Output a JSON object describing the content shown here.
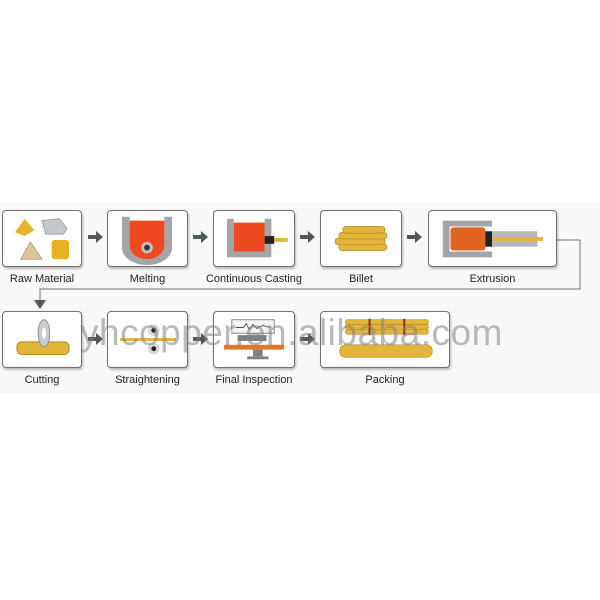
{
  "steps": [
    {
      "label": "Raw Material",
      "icon": "raw-material-icon"
    },
    {
      "label": "Melting",
      "icon": "melting-furnace-icon"
    },
    {
      "label": "Continuous Casting",
      "icon": "continuous-casting-icon"
    },
    {
      "label": "Billet",
      "icon": "billet-stack-icon"
    },
    {
      "label": "Extrusion",
      "icon": "extrusion-press-icon"
    },
    {
      "label": "Cutting",
      "icon": "cutting-saw-icon"
    },
    {
      "label": "Straightening",
      "icon": "straightening-rollers-icon"
    },
    {
      "label": "Final Inspection",
      "icon": "inspection-machine-icon"
    },
    {
      "label": "Packing",
      "icon": "packed-rods-icon"
    }
  ],
  "watermark": "yhcopper.en.alibaba.com",
  "colors": {
    "copper": "#e2b53a",
    "molten": "#ee4a22",
    "steel": "#a7aaad",
    "arrow": "#4f5a57"
  }
}
